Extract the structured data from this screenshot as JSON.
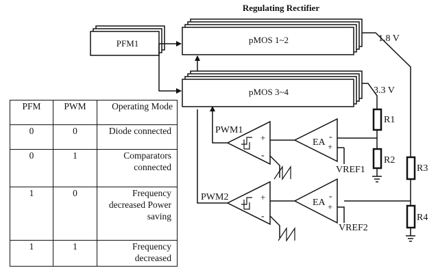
{
  "title": "Regulating Rectifier",
  "blocks": {
    "pfm": "PFM1",
    "pmos_a": "pMOS 1~2",
    "pmos_b": "pMOS 3~4"
  },
  "voltages": {
    "v_high": "1.8 V",
    "v_low": "3.3 V"
  },
  "resistors": [
    "R1",
    "R2",
    "R3",
    "R4"
  ],
  "comparators": [
    "PWM1",
    "PWM2"
  ],
  "amplifiers": [
    "EA",
    "EA"
  ],
  "references": [
    "VREF1",
    "VREF2"
  ],
  "signs": {
    "plus": "+",
    "minus": "-"
  },
  "table": {
    "headers": [
      "PFM",
      "PWM",
      "Operating Mode"
    ],
    "rows": [
      [
        "0",
        "0",
        "Diode connected"
      ],
      [
        "0",
        "1",
        "Comparators connected"
      ],
      [
        "1",
        "0",
        "Frequency decreased Power saving"
      ],
      [
        "1",
        "1",
        "Frequency decreased"
      ]
    ]
  }
}
